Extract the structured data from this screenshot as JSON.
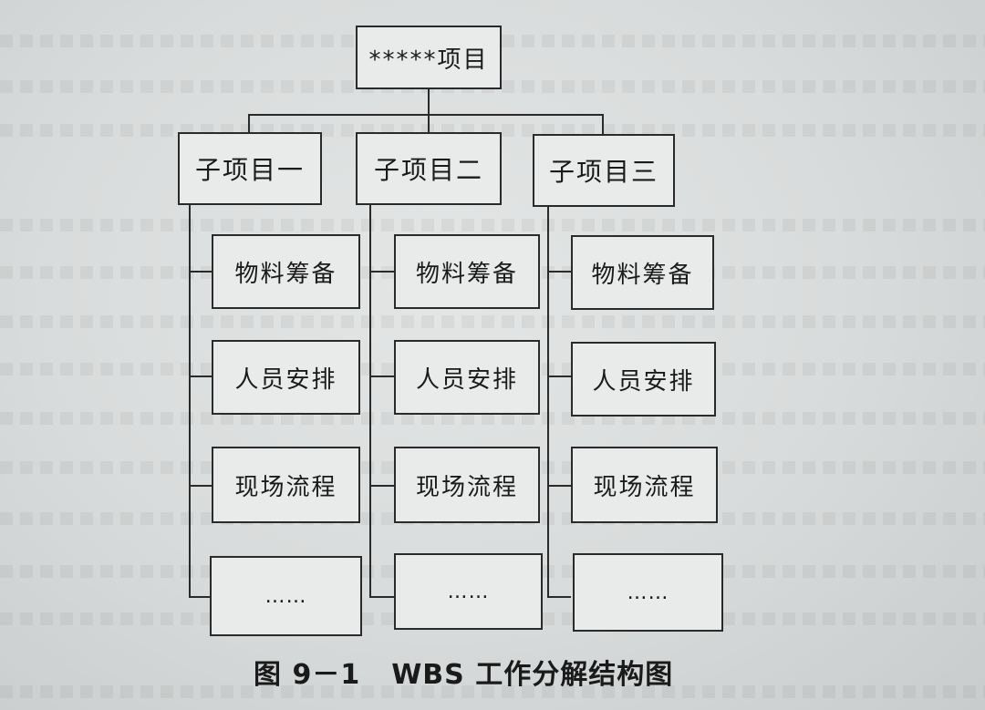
{
  "diagram": {
    "root": "*****项目",
    "subprojects": [
      {
        "label": "子项目一",
        "tasks": [
          "物料筹备",
          "人员安排",
          "现场流程",
          "……"
        ]
      },
      {
        "label": "子项目二",
        "tasks": [
          "物料筹备",
          "人员安排",
          "现场流程",
          "……"
        ]
      },
      {
        "label": "子项目三",
        "tasks": [
          "物料筹备",
          "人员安排",
          "现场流程",
          "……"
        ]
      }
    ]
  },
  "caption": {
    "figure_number": "图 9－1",
    "title": "WBS 工作分解结构图"
  }
}
